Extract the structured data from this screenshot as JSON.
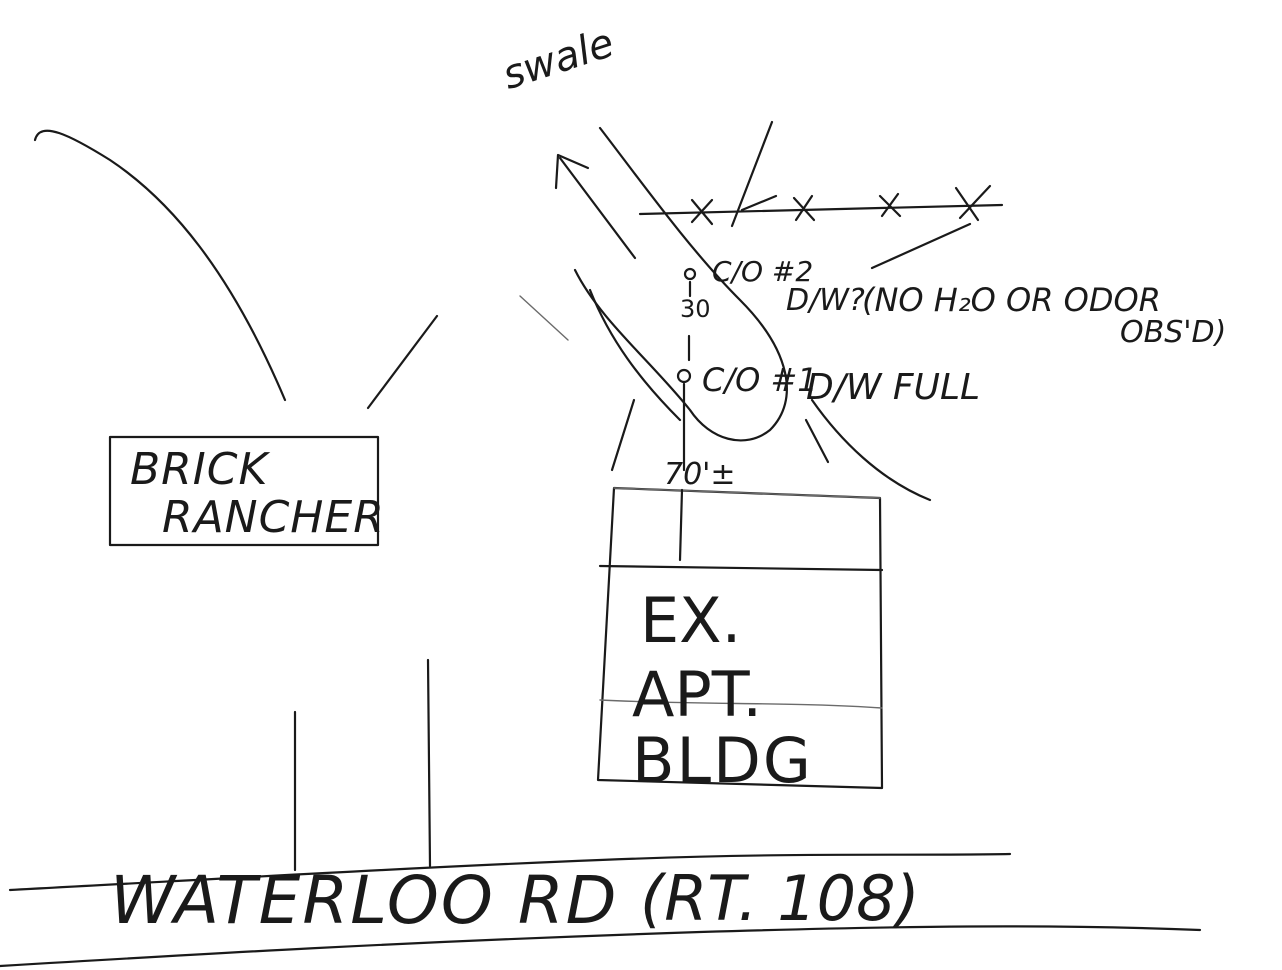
{
  "labels": {
    "swale": "swale",
    "brick_rancher_line1": "BRICK",
    "brick_rancher_line2": "RANCHER",
    "building_line1": "EX.",
    "building_line2": "APT.",
    "building_line3": "BLDG",
    "cleanout_2": "C/O #2",
    "drywell_2": "D/W?",
    "drywell_2_note": "(NO H₂O OR ODOR",
    "drywell_2_note_cont": "OBS'D)",
    "distance_30": "30",
    "cleanout_1": "C/O #1",
    "drywell_1": "D/W FULL",
    "distance_70": "70'±",
    "road_name": "WATERLOO RD",
    "route": "(RT. 108)"
  }
}
